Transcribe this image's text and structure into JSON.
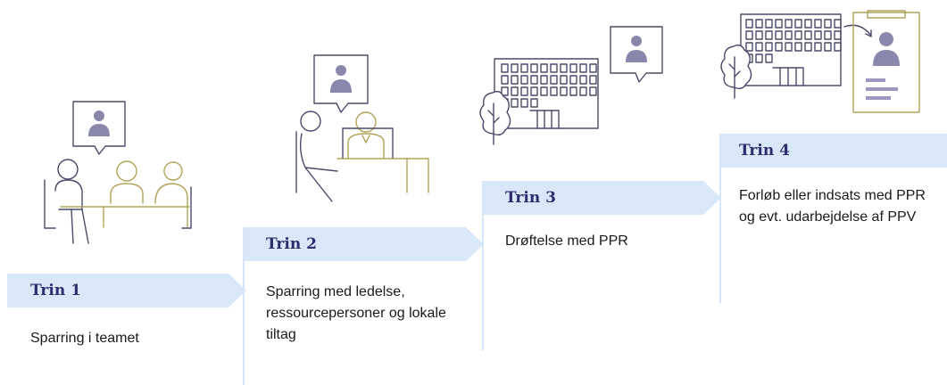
{
  "steps": [
    {
      "title": "Trin 1",
      "description": "Sparring i teamet"
    },
    {
      "title": "Trin 2",
      "description": "Sparring med ledelse, ressourcepersoner og lokale tiltag"
    },
    {
      "title": "Trin 3",
      "description": "Drøftelse med PPR"
    },
    {
      "title": "Trin 4",
      "description": "Forløb eller indsats med PPR og evt. udarbejdelse af PPV"
    }
  ],
  "colors": {
    "arrow": "#d9e8f9",
    "title_text": "#2e2d6e",
    "body_text": "#1a1a1a",
    "line_art": "#4a4a6a",
    "accent_gold": "#b3a35a",
    "avatar": "#8a87ad"
  }
}
